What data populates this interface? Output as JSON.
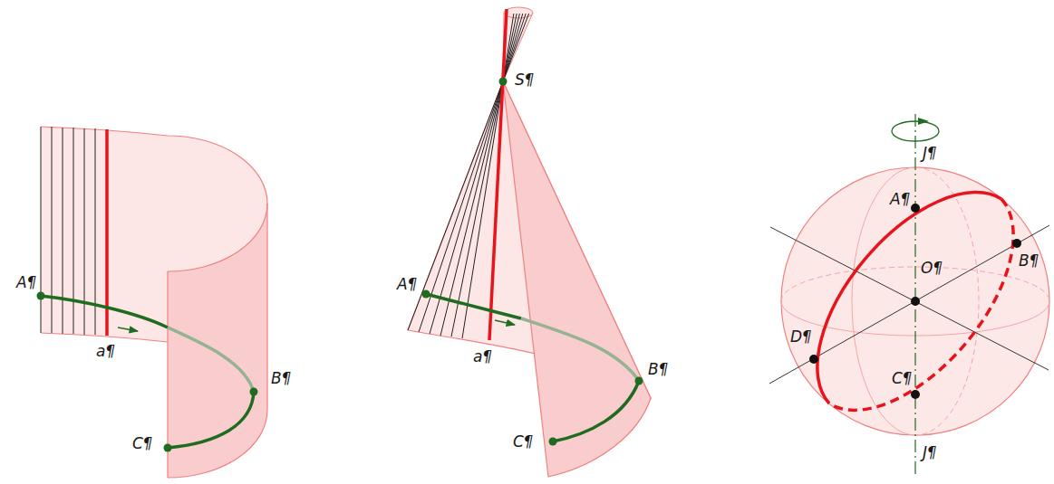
{
  "diagram": {
    "labels": [
      "A¶",
      "a¶",
      "B¶",
      "C¶",
      "S¶",
      "A¶",
      "a¶",
      "B¶",
      "C¶",
      "J¶",
      "A¶",
      "O¶",
      "B¶",
      "D¶",
      "C¶",
      "J¶"
    ]
  }
}
